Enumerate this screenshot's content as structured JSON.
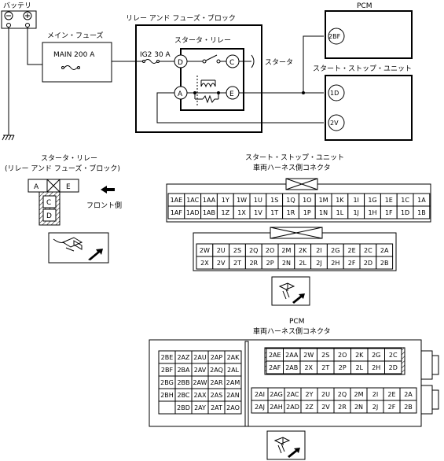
{
  "wiring": {
    "battery": "バッテリ",
    "main_fuse_box": "メイン・フューズ",
    "main_fuse": "MAIN 200 A",
    "relay_fuse_block": "リレー アンド フューズ・ブロック",
    "ig2_fuse": "IG2 30 A",
    "starter_relay": "スタータ・リレー",
    "starter": "スタータ",
    "pcm": "PCM",
    "ssu": "スタート・ストップ・ユニット",
    "relay_terms": [
      "D",
      "C",
      "A",
      "E"
    ],
    "pcm_term": "2BF",
    "ssu_terms": [
      "1D",
      "2V"
    ]
  },
  "relay_view": {
    "title": "スタータ・リレー",
    "subtitle": "(リレー アンド フューズ・ブロック)",
    "terms": [
      "A",
      "E",
      "C",
      "D"
    ],
    "front": "フロント側"
  },
  "ssu_conn": {
    "title": "スタート・ストップ・ユニット",
    "subtitle": "車両ハーネス側コネクタ",
    "row1": [
      "1AE",
      "1AC",
      "1AA",
      "1Y",
      "1W",
      "1U",
      "1S",
      "1Q",
      "1O",
      "1M",
      "1K",
      "1I",
      "1G",
      "1E",
      "1C",
      "1A"
    ],
    "row2": [
      "1AF",
      "1AD",
      "1AB",
      "1Z",
      "1X",
      "1V",
      "1T",
      "1R",
      "1P",
      "1N",
      "1L",
      "1J",
      "1H",
      "1F",
      "1D",
      "1B"
    ],
    "row3": [
      "2W",
      "2U",
      "2S",
      "2Q",
      "2O",
      "2M",
      "2K",
      "2I",
      "2G",
      "2E",
      "2C",
      "2A"
    ],
    "row4": [
      "2X",
      "2V",
      "2T",
      "2R",
      "2P",
      "2N",
      "2L",
      "2J",
      "2H",
      "2F",
      "2D",
      "2B"
    ]
  },
  "pcm_conn": {
    "title": "PCM",
    "subtitle": "車両ハーネス側コネクタ",
    "left_rows": [
      [
        "2BE",
        "2AZ",
        "2AU",
        "2AP",
        "2AK"
      ],
      [
        "2BF",
        "2BA",
        "2AV",
        "2AQ",
        "2AL"
      ],
      [
        "2BG",
        "2BB",
        "2AW",
        "2AR",
        "2AM"
      ],
      [
        "2BH",
        "2BC",
        "2AX",
        "2AS",
        "2AN"
      ],
      [
        "",
        "2BD",
        "2AY",
        "2AT",
        "2AO"
      ]
    ],
    "right_top": [
      [
        "2AE",
        "2AA",
        "2W",
        "2S",
        "2O",
        "2K",
        "2G",
        "2C"
      ],
      [
        "2AF",
        "2AB",
        "2X",
        "2T",
        "2P",
        "2L",
        "2H",
        "2D"
      ]
    ],
    "right_bottom": [
      [
        "2AI",
        "2AG",
        "2AC",
        "2Y",
        "2U",
        "2Q",
        "2M",
        "2I",
        "2E",
        "2A"
      ],
      [
        "2AJ",
        "2AH",
        "2AD",
        "2Z",
        "2V",
        "2R",
        "2N",
        "2J",
        "2F",
        "2B"
      ]
    ]
  }
}
